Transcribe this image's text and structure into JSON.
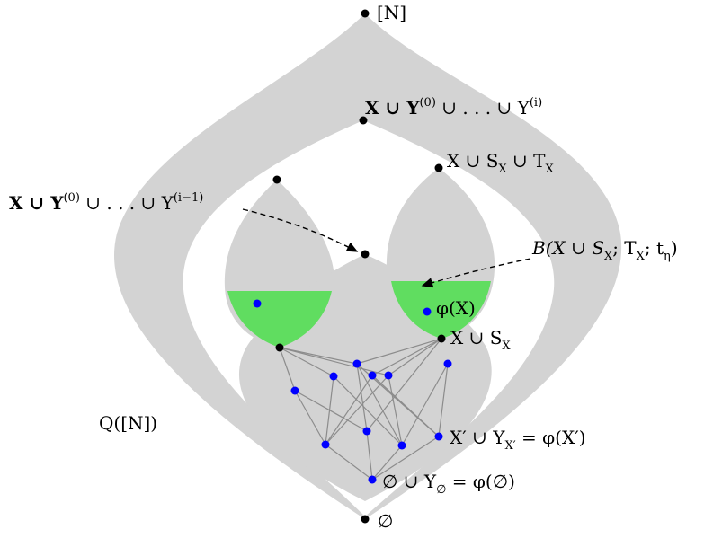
{
  "labels": {
    "top": "[N]",
    "bottom": "∅",
    "q_n": "Q([N])",
    "x_union_yi": "X ∪ Y",
    "x_union_yi_sup0": "(0)",
    "x_union_yi_mid": " ∪ . . . ∪ Y",
    "x_union_yi_supi": "(i)",
    "x_union_yi1": "X ∪ Y",
    "x_union_yi1_sup0": "(0)",
    "x_union_yi1_mid": " ∪ . . . ∪ Y",
    "x_union_yi1_supi": "(i−1)",
    "x_sx_tx_main": "X ∪ S",
    "x_sx_tx_sub1": "X",
    "x_sx_tx_mid": " ∪ T",
    "x_sx_tx_sub2": "X",
    "b_main": "B(X ∪ S",
    "b_sub1": "X",
    "b_mid": "; T",
    "b_sub2": "X",
    "b_end": "; t",
    "b_sub3": "η",
    "b_close": ")",
    "phi_x": "φ(X)",
    "x_sx_main": "X ∪ S",
    "x_sx_sub": "X",
    "xp_main": "X′ ∪ Y",
    "xp_sub": "X′",
    "xp_end": " = φ(X′)",
    "empty_main": "∅ ∪ Y",
    "empty_sub": "∅",
    "empty_end": " = φ(∅)"
  },
  "colors": {
    "region": "#d3d3d3",
    "green": "#39e039",
    "blue_dot": "#0000ff",
    "black_dot": "#000000",
    "edge": "#8c8c8c"
  }
}
